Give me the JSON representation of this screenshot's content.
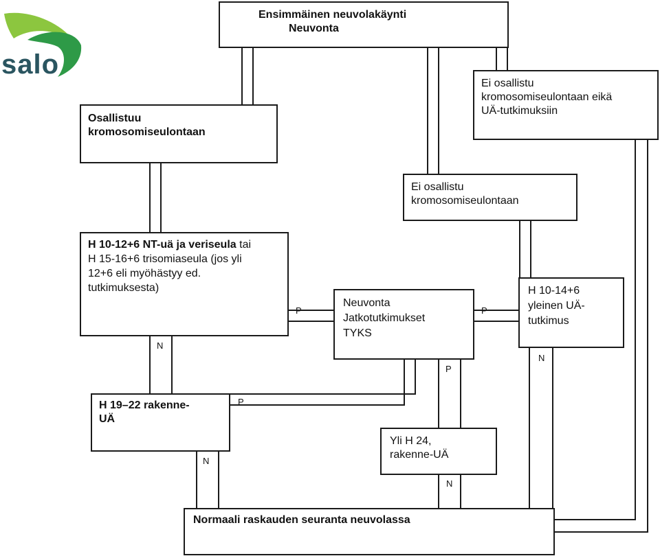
{
  "logo": {
    "text": "salo"
  },
  "boxes": {
    "first_visit": {
      "line1": "Ensimmäinen neuvolakäynti",
      "line2": "Neuvonta"
    },
    "participates": {
      "line1": "Osallistuu",
      "line2": "kromosomiseulontaan"
    },
    "no_screening_no_us": {
      "line1": "Ei osallistu",
      "line2": "kromosomiseulontaan eikä",
      "line3": "UÄ-tutkimuksiin"
    },
    "no_screening": {
      "line1": "Ei osallistu",
      "line2": "kromosomiseulontaan"
    },
    "nt_scan": {
      "bold1": "H 10-12+6 NT-uä ja veriseula",
      "normal1": " tai",
      "line2": "H 15-16+6 trisomiaseula (jos yli",
      "line3": "12+6 eli myöhästyy ed.",
      "line4": "tutkimuksesta)"
    },
    "counseling": {
      "line1": "Neuvonta",
      "line2": "Jatkotutkimukset",
      "line3": "TYKS"
    },
    "general_us": {
      "line1": "H 10-14+6",
      "line2": "yleinen UÄ-",
      "line3": "tutkimus"
    },
    "structural_us": {
      "line1": "H 19–22 rakenne-",
      "line2": "UÄ"
    },
    "over24": {
      "line1": "Yli H 24,",
      "line2": "rakenne-UÄ"
    },
    "normal_followup": {
      "line1": "Normaali raskauden seuranta neuvolassa"
    }
  },
  "labels": {
    "nt_to_counsel": "P",
    "nt_n": "N",
    "general_to_counsel": "P",
    "counsel_to_over24": "P",
    "general_n": "N",
    "struct_to_counsel": "P",
    "struct_n": "N",
    "over24_n": "N"
  },
  "colors": {
    "logo_green_light": "#8cc63f",
    "logo_green_dark": "#2e9a47",
    "logo_text": "#2a5560",
    "line": "#1a1a1a"
  }
}
